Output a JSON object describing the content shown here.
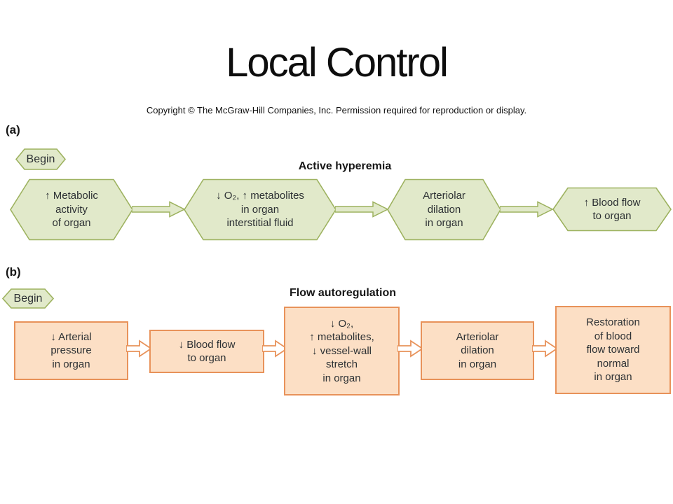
{
  "slide": {
    "title": "Local Control",
    "copyright": "Copyright © The McGraw-Hill Companies, Inc. Permission required for reproduction or display."
  },
  "colors": {
    "green_fill": "#e1e9ca",
    "green_border": "#9db25f",
    "orange_fill": "#fcdfc5",
    "orange_border": "#e8925a",
    "box_text": "#2d3134"
  },
  "panel_a": {
    "label": "(a)",
    "begin": "Begin",
    "heading": "Active hyperemia",
    "boxes": [
      {
        "text": "↑ Metabolic\nactivity\nof organ"
      },
      {
        "text": "↓ O₂, ↑ metabolites\nin organ\ninterstitial fluid"
      },
      {
        "text": "Arteriolar\ndilation\nin organ"
      },
      {
        "text": "↑ Blood flow\nto organ"
      }
    ]
  },
  "panel_b": {
    "label": "(b)",
    "begin": "Begin",
    "heading": "Flow autoregulation",
    "boxes": [
      {
        "text": "↓ Arterial\npressure\nin organ"
      },
      {
        "text": "↓ Blood flow\nto organ"
      },
      {
        "text": "↓ O₂,\n↑ metabolites,\n↓ vessel-wall\nstretch\nin organ"
      },
      {
        "text": "Arteriolar\ndilation\nin organ"
      },
      {
        "text": "Restoration\nof blood\nflow toward\nnormal\nin organ"
      }
    ]
  }
}
